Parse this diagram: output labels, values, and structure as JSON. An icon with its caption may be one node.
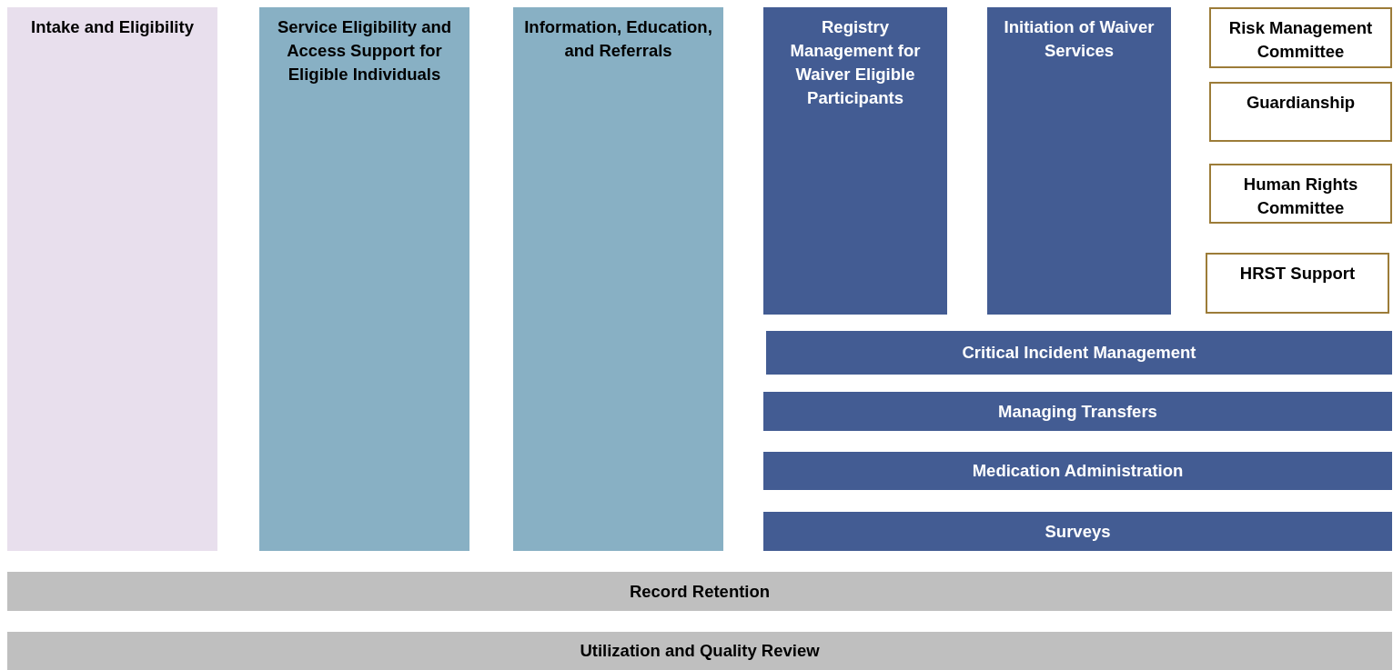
{
  "diagram": {
    "nodes": [
      {
        "text": [
          "Intake and Eligibility"
        ]
      },
      {
        "text": [
          "Service Eligibility and Access Support for Eligible Individuals"
        ]
      },
      {
        "text": [
          "Information, Education, and Referrals"
        ]
      },
      {
        "text": [
          "Registry Management for Waiver Eligible Participants"
        ]
      },
      {
        "text": [
          "Initiation of Waiver Services"
        ]
      },
      {
        "text": [
          "Risk Management Committee"
        ]
      },
      {
        "text": [
          "Guardianship"
        ]
      },
      {
        "text": [
          "Human Rights Committee"
        ]
      },
      {
        "text": [
          "HRST Support"
        ]
      },
      {
        "text": [
          "Critical Incident Management"
        ]
      },
      {
        "text": [
          "Managing Transfers"
        ]
      },
      {
        "text": [
          "Medication Administration"
        ]
      },
      {
        "text": [
          "Surveys"
        ]
      },
      {
        "text": [
          "Record Retention"
        ]
      },
      {
        "text": [
          "Utilization and Quality Review"
        ]
      }
    ]
  }
}
